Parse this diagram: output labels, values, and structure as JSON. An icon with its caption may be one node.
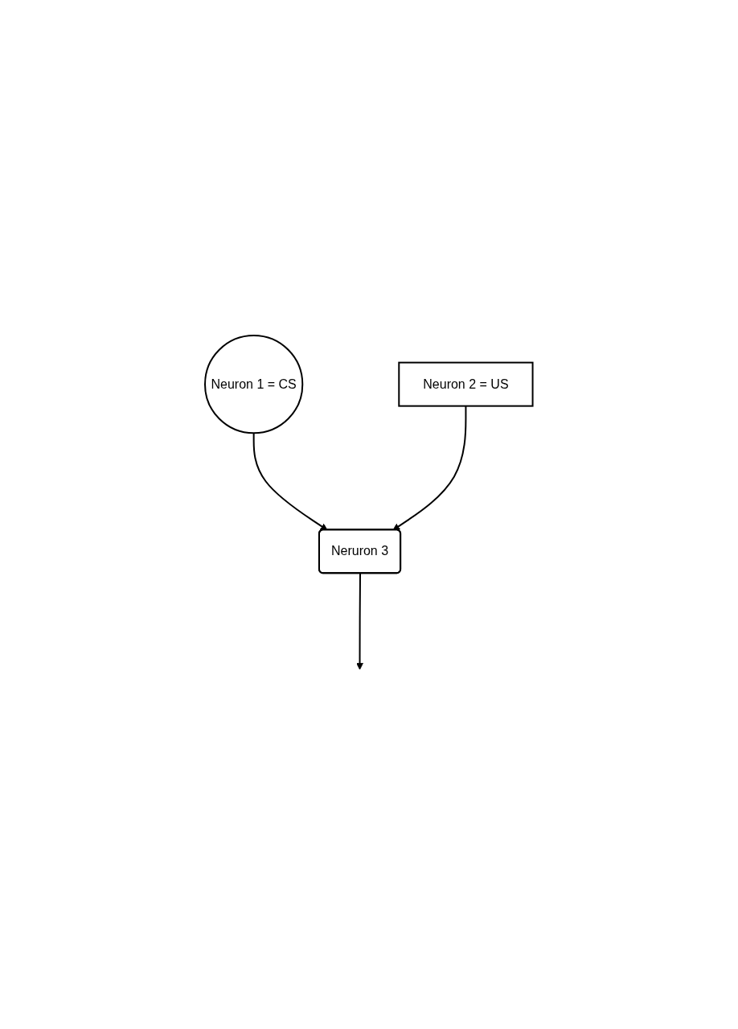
{
  "diagram": {
    "nodes": [
      {
        "text": [
          "Neuron 1 = CS"
        ]
      },
      {
        "text": [
          "Neuron 2 = US"
        ]
      },
      {
        "text": [
          "Neruron 3"
        ]
      }
    ],
    "edges": [
      {
        "from": 0,
        "to": 2,
        "arrow": "to"
      },
      {
        "from": 1,
        "to": 2,
        "arrow": "to"
      },
      {
        "from": 2,
        "to": null,
        "arrow": "to"
      }
    ]
  }
}
